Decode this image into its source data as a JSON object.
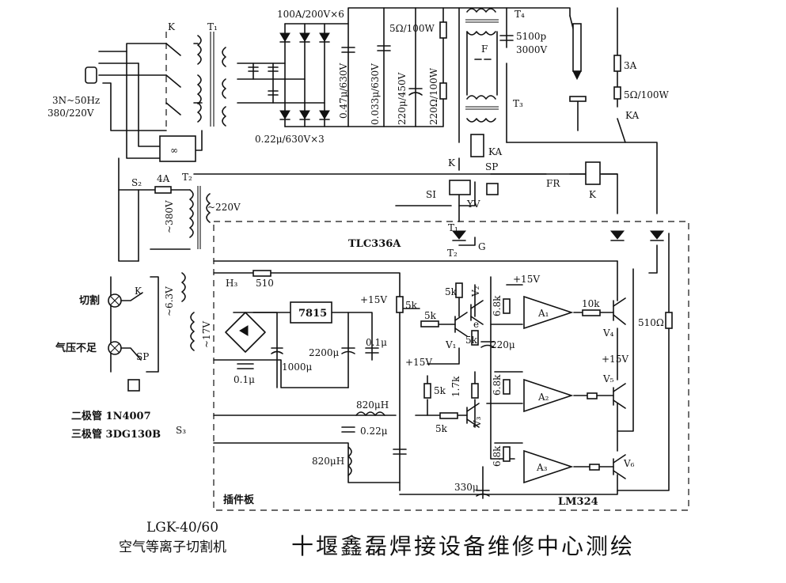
{
  "labels": {
    "diodes_top": "100A/200V×6",
    "res_5ohm_100w": "5Ω/100W",
    "t4": "T₄",
    "cap_5100p": "5100p",
    "cap_5100p_v": "3000V",
    "f": "F",
    "t3": "T₃",
    "k_top": "K",
    "t1_top": "T₁",
    "supply_line1": "3N~50Hz",
    "supply_line2": "380/220V",
    "cap_047": "0.47μ/630V",
    "cap_0033": "0.033μ/630V",
    "cap_220u": "220μ/450V",
    "res_220": "220Ω/100W",
    "fuse_3a": "3A",
    "res_5ohm_b": "5Ω/100W",
    "ka_right": "KA",
    "caps_022": "0.22μ/630V×3",
    "ka_relay": "KA",
    "k_sw": "K",
    "sp_top": "SP",
    "fr": "FR",
    "k_coil": "K",
    "si": "SI",
    "yv": "YV",
    "s2": "S₂",
    "fuse_4a": "4A",
    "t2": "T₂",
    "v380": "~380V",
    "v220": "~220V",
    "t1_mid": "T₁",
    "tlc": "TLC336A",
    "t2_mid": "T₂",
    "g": "G",
    "h3": "H₃",
    "r510": "510",
    "plus15_a": "+15V",
    "reg7815": "7815",
    "plus15_b": "+15V",
    "r5k_a": "5k",
    "r5k_b": "5k",
    "v2": "V₂",
    "r68k_a": "6.8k",
    "r10k": "10k",
    "a1": "A₁",
    "r5k_c": "5k",
    "v1": "V₁",
    "e": "e",
    "r5k_d": "5k",
    "c220u": "220μ",
    "v4": "V₄",
    "r510ohm": "510Ω",
    "cut": "切割",
    "k_lamp": "K",
    "v63": "~6.3V",
    "v17": "~17V",
    "c2200": "2200μ",
    "c01a": "0.1μ",
    "c01b": "0.1μ",
    "c1000": "1000μ",
    "low_air": "气压不足",
    "sp_bottom": "SP",
    "plus15_c": "+15V",
    "r5k_e": "5k",
    "r17k": "1.7k",
    "r68k_b": "6.8k",
    "a2": "A₂",
    "plus15_d": "+15V",
    "v5": "V₅",
    "l820_a": "820μH",
    "diode_note": "二极管 1N4007",
    "trans_note": "三极管 3DG130B",
    "s3": "S₃",
    "c022": "0.22μ",
    "r5k_f": "5k",
    "v3": "V₃",
    "l820_b": "820μH",
    "r68k_c": "6.8k",
    "a3": "A₃",
    "v6": "V₆",
    "c330": "330μ",
    "board": "插件板",
    "lm324": "LM324",
    "model": "LGK-40/60",
    "model_name": "空气等离子切割机",
    "footer": "十堰鑫磊焊接设备维修中心测绘"
  }
}
